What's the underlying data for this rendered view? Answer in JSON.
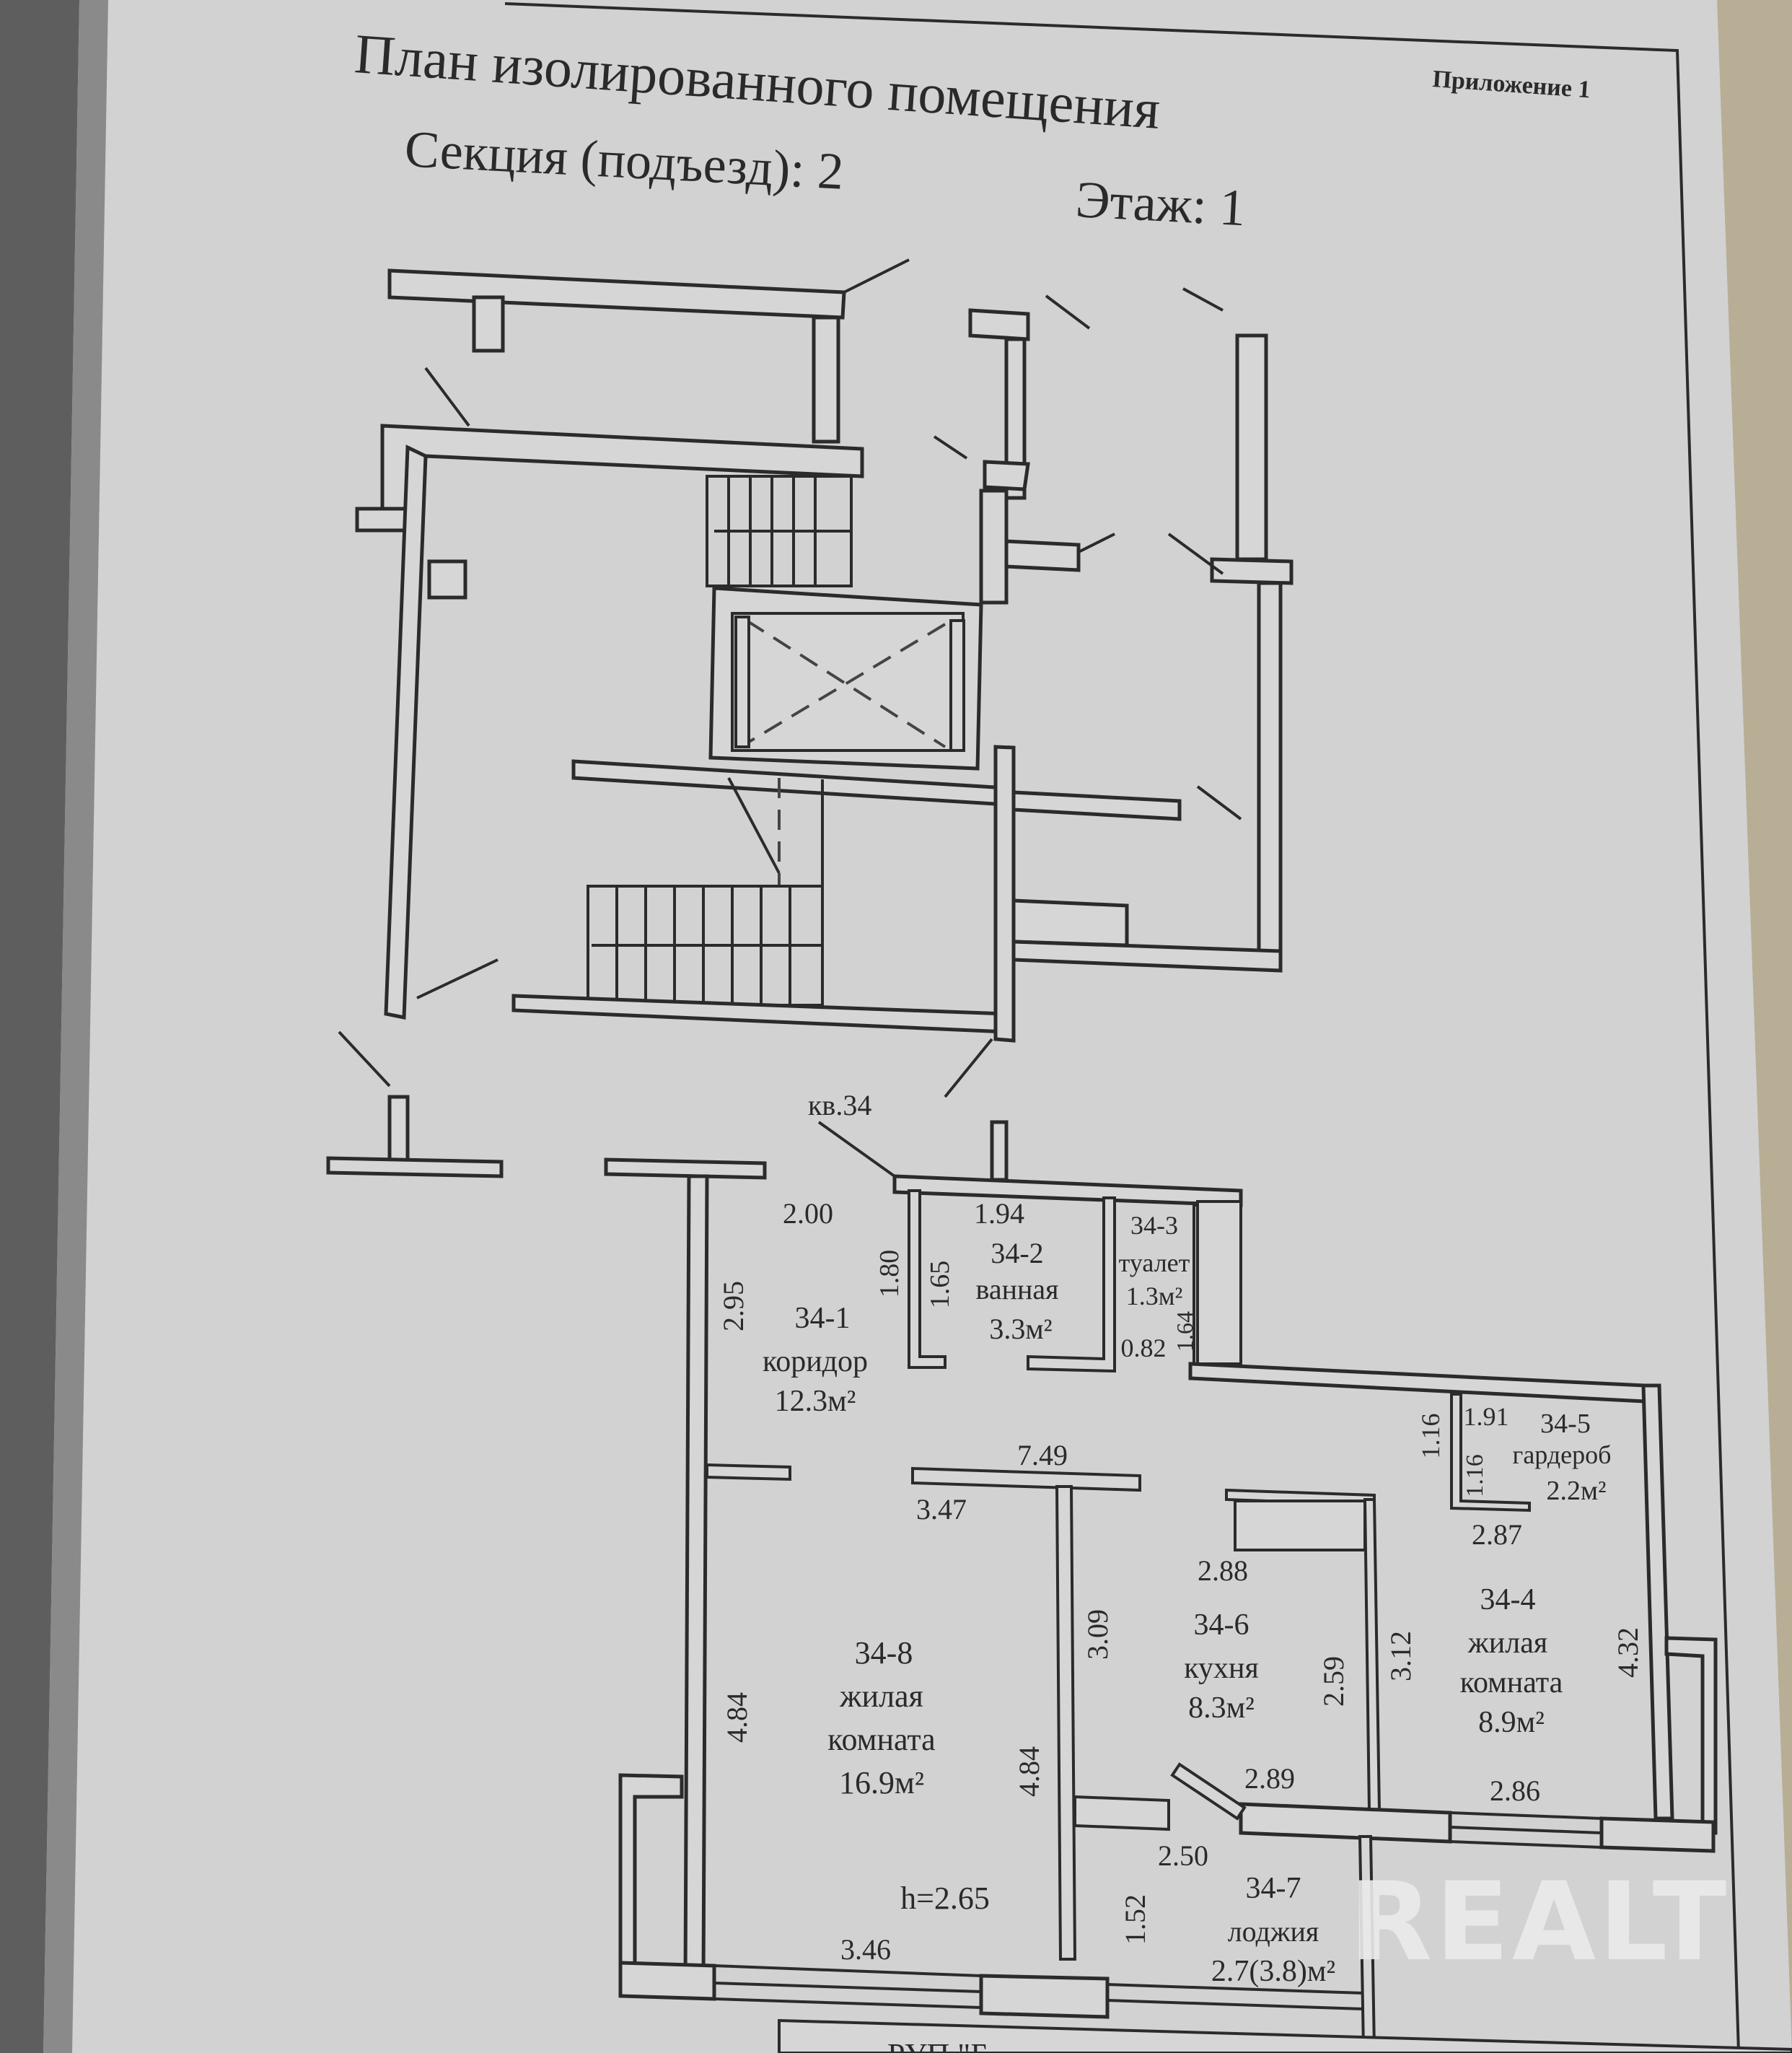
{
  "document": {
    "title": "План изолированного помещения",
    "appendix": "Приложение 1",
    "section_label": "Секция (подъезд): 2",
    "floor_label": "Этаж: 1",
    "apartment_label": "кв.34",
    "ceiling_height": "h=2.65",
    "footer_partial": "РУП \"Б"
  },
  "rooms": [
    {
      "id": "34-1",
      "name": "коридор",
      "area": "12.3м²"
    },
    {
      "id": "34-2",
      "name": "ванная",
      "area": "3.3м²"
    },
    {
      "id": "34-3",
      "name": "туалет",
      "area": "1.3м²"
    },
    {
      "id": "34-4",
      "name": "жилая комната",
      "name_line1": "жилая",
      "name_line2": "комната",
      "area": "8.9м²"
    },
    {
      "id": "34-5",
      "name": "гардероб",
      "area": "2.2м²"
    },
    {
      "id": "34-6",
      "name": "кухня",
      "area": "8.3м²"
    },
    {
      "id": "34-7",
      "name": "лоджия",
      "area": "2.7(3.8)м²"
    },
    {
      "id": "34-8",
      "name": "жилая комната",
      "name_line1": "жилая",
      "name_line2": "комната",
      "area": "16.9м²"
    }
  ],
  "dimensions": {
    "corridor_width": "2.00",
    "corridor_length": "2.95",
    "corridor_length_full": "7.49",
    "bath_width": "1.94",
    "bath_outer": "1.80",
    "bath_inner": "1.65",
    "toilet_width": "0.82",
    "toilet_length": "1.64",
    "wardrobe_width": "1.91",
    "wardrobe_outer": "1.16",
    "wardrobe_inner": "1.16",
    "room4_width_top": "2.87",
    "room4_length": "3.12",
    "room4_outer": "4.32",
    "room4_width_bottom": "2.86",
    "kitchen_width_top": "2.88",
    "kitchen_length": "2.59",
    "kitchen_width_bottom": "2.89",
    "room8_width_top": "3.47",
    "room8_left": "4.84",
    "room8_right": "4.84",
    "room8_width_bottom": "3.46",
    "side_wall": "3.09",
    "loggia_width": "2.50",
    "loggia_depth": "1.52"
  },
  "watermark": {
    "text": "REALT"
  },
  "colors": {
    "paper": "#d6d6d6",
    "ink": "#2b2b2b",
    "binder_edge": "#6a6a6a",
    "countertop": "#b8ae95"
  }
}
